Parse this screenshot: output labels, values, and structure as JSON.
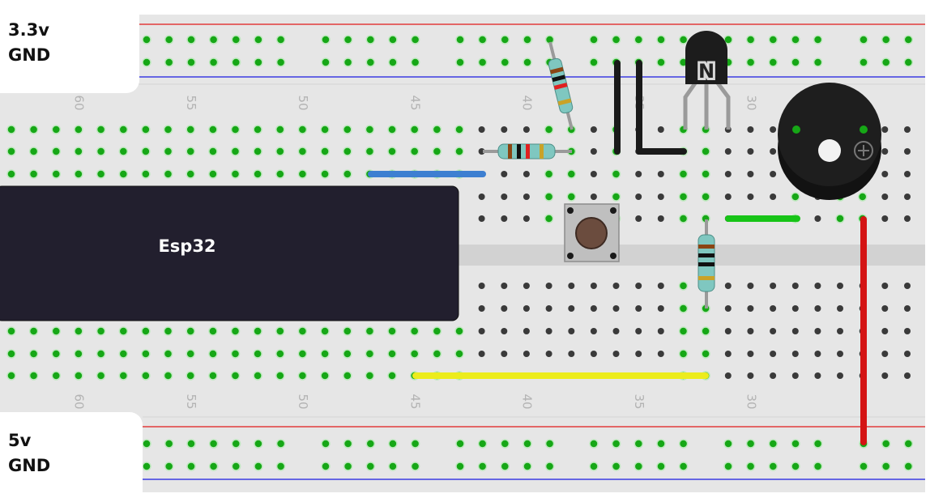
{
  "rails": {
    "top": {
      "voltage": "3.3v",
      "ground": "GND"
    },
    "bottom": {
      "voltage": "5v",
      "ground": "GND"
    }
  },
  "board": {
    "column_numbers": [
      "60",
      "55",
      "50",
      "45",
      "40",
      "35",
      "30"
    ]
  },
  "microcontroller": {
    "label": "Esp32",
    "color": "#221f2e"
  },
  "transistor": {
    "marking": "N"
  },
  "wire_colors": {
    "blue": "#3d7fd1",
    "black": "#1a1a1a",
    "green": "#17c417",
    "yellow": "#ecec1c",
    "red": "#d41414"
  },
  "colors": {
    "board": "#e6e6e6",
    "power_line": "#e23b3b",
    "ground_line": "#3b3be2",
    "hole_active": "#16a716"
  }
}
